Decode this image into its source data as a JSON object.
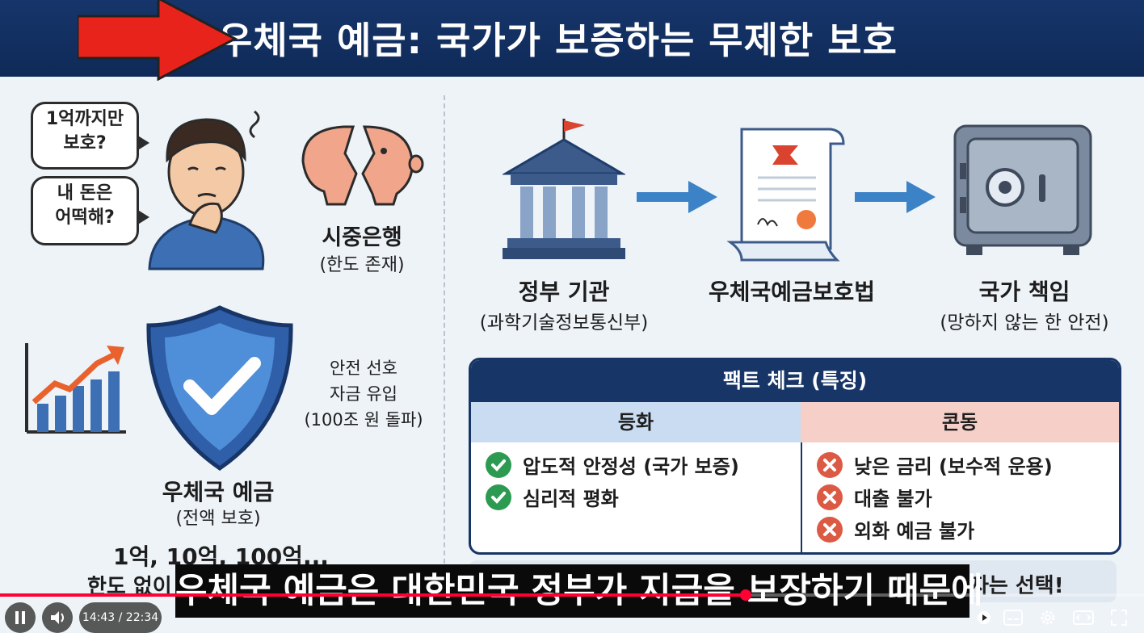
{
  "slide": {
    "title": "우체국 예금: 국가가 보증하는 무제한 보호",
    "bubble1": "1억까지만\n보호?",
    "bubble2": "내 돈은\n어떡해?",
    "bank_label": "시중은행",
    "bank_sub": "(한도 존재)",
    "inflow_lines": [
      "안전 선호",
      "자금 유입",
      "(100조 원 돌파)"
    ],
    "shield_label": "우체국 예금",
    "shield_sub": "(전액 보호)",
    "amounts": "1억, 10억, 100억...",
    "no_limit_partial": "한도 없이",
    "flow": [
      {
        "label": "정부 기관",
        "sub": "(과학기술정보통신부)"
      },
      {
        "label": "우체국예금보호법",
        "sub": ""
      },
      {
        "label": "국가 책임",
        "sub": "(망하지 않는 한 안전)"
      }
    ],
    "fact_title": "팩트 체크 (특징)",
    "pros_title": "등화",
    "cons_title": "콘동",
    "pros": [
      "압도적 안정성 (국가 보증)",
      "심리적 평화"
    ],
    "cons": [
      "낮은 금리 (보수적 운용)",
      "대출 불가",
      "외화 예금 불가"
    ],
    "conclusion_partial": "자는 선택!"
  },
  "caption": "우체국 예금은 대한민국 정부가 지급을 보장하기 때문에",
  "player": {
    "time_current": "14:43",
    "time_total": "22:34",
    "time_display": "14:43 / 22:34",
    "progress": 0.652,
    "colors": {
      "progress": "#ff0033",
      "title_bar": "#16356a",
      "red_arrow": "#e8231c"
    }
  }
}
